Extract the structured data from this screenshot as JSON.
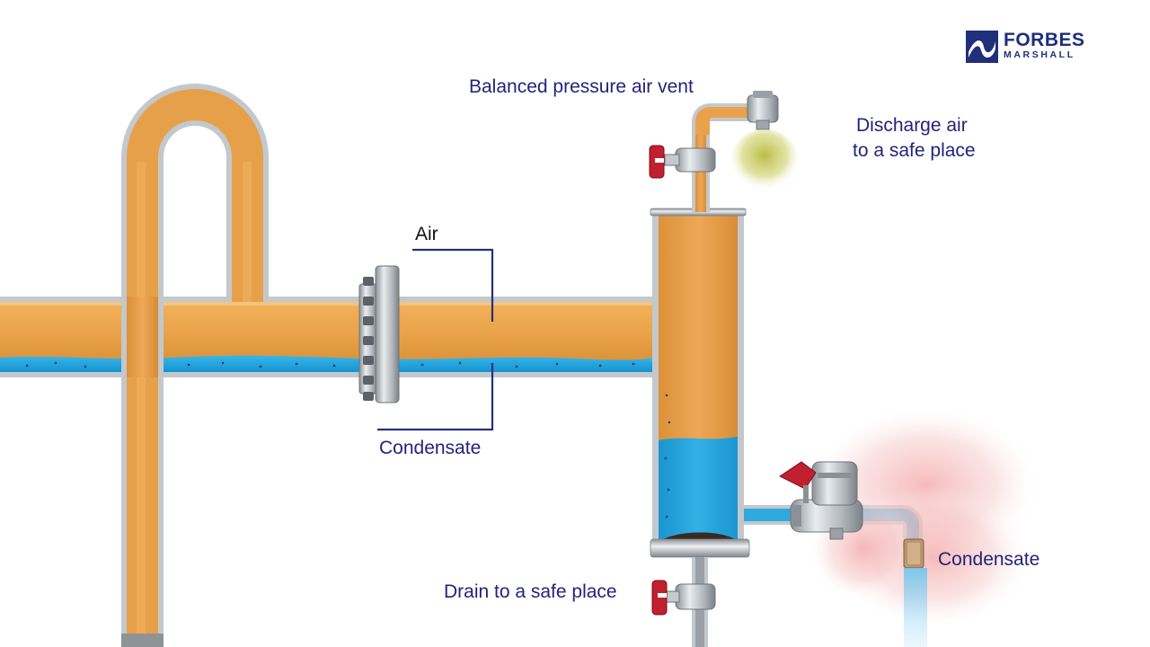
{
  "brand": {
    "line1": "FORBES",
    "line2": "MARSHALL",
    "color": "#1f2f7a"
  },
  "labels": {
    "air_vent": "Balanced pressure air vent",
    "discharge_line1": "Discharge air",
    "discharge_line2": "to a safe place",
    "air": "Air",
    "condensate_pipe": "Condensate",
    "condensate_trap": "Condensate",
    "drain": "Drain to a safe place"
  },
  "colors": {
    "pipe_air": "#e8a24a",
    "condensate": "#1ba3dd",
    "pipe_wall": "#b9bec3",
    "valve_handle": "#c0202f",
    "label_text": "#23237a",
    "vent_discharge": "#b5b83a",
    "steam_discharge": "#f0a8a8"
  },
  "icons": {
    "brand_mark": "forbes-marshall-logo-icon",
    "isolation_valve": "red-handwheel-valve-icon",
    "air_vent": "balanced-pressure-air-vent-icon",
    "steam_trap": "steam-trap-icon"
  }
}
